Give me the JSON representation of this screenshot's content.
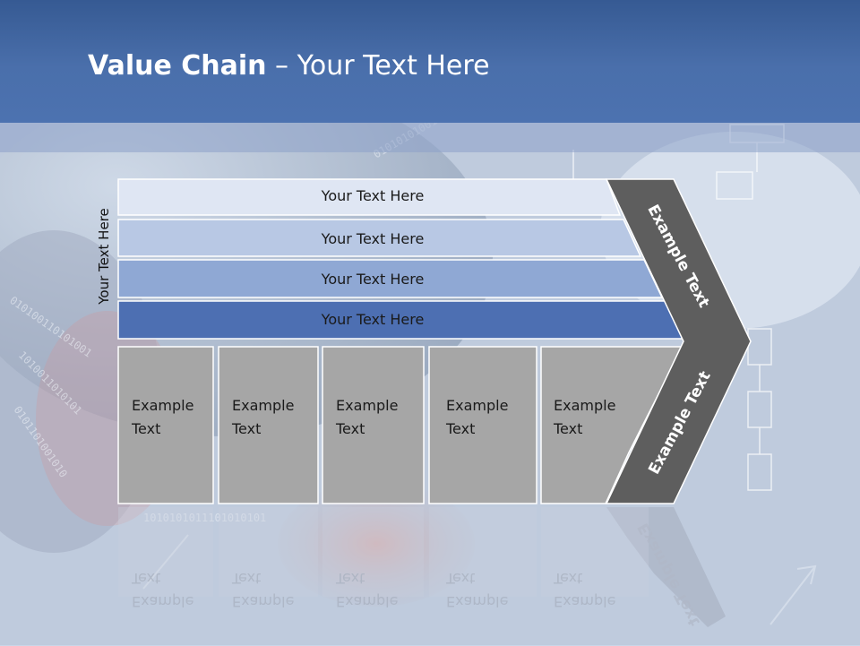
{
  "slide": {
    "title_bold": "Value Chain",
    "title_rest": " – Your Text Here"
  },
  "side_label": "Your Text Here",
  "rows": [
    {
      "label": "Your Text Here",
      "color": "#dfe6f3"
    },
    {
      "label": "Your Text Here",
      "color": "#b8c8e4"
    },
    {
      "label": "Your Text Here",
      "color": "#8fa8d4"
    },
    {
      "label": "Your Text Here",
      "color": "#4d6fb2"
    }
  ],
  "boxes": [
    {
      "line1": "Example",
      "line2": "Text"
    },
    {
      "line1": "Example",
      "line2": "Text"
    },
    {
      "line1": "Example",
      "line2": "Text"
    },
    {
      "line1": "Example",
      "line2": "Text"
    },
    {
      "line1": "Example",
      "line2": "Text"
    }
  ],
  "chevron": {
    "upper_label": "Example Text",
    "lower_label": "Example Text",
    "color": "#5e5e5e"
  }
}
